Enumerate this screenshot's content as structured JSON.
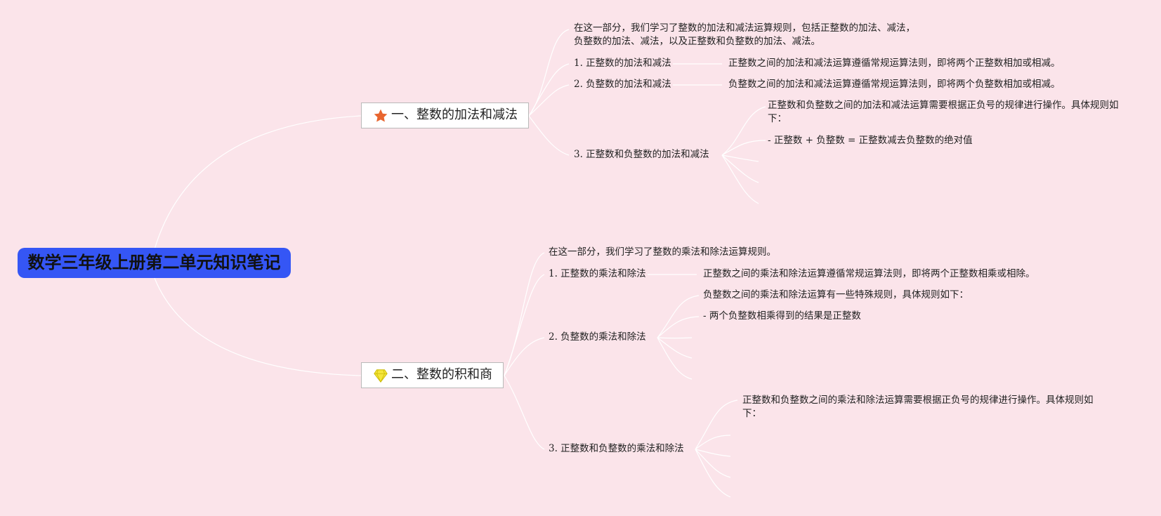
{
  "root": {
    "title": "数学三年级上册第二单元知识笔记"
  },
  "branch1": {
    "icon": "star-icon",
    "title": "一、整数的加法和减法",
    "intro": "在这一部分，我们学习了整数的加法和减法运算规则，包括正整数的加法、减法，负整数的加法、减法，以及正整数和负整数的加法、减法。",
    "items": [
      {
        "label": "1. 正整数的加法和减法",
        "detail": "正整数之间的加法和减法运算遵循常规运算法则，即将两个正整数相加或相减。"
      },
      {
        "label": "2. 负整数的加法和减法",
        "detail": "负整数之间的加法和减法运算遵循常规运算法则，即将两个负整数相加或相减。"
      },
      {
        "label": "3. 正整数和负整数的加法和减法",
        "detail": "正整数和负整数之间的加法和减法运算需要根据正负号的规律进行操作。具体规则如下：",
        "rule": "- 正整数 + 负整数 = 正整数减去负整数的绝对值"
      }
    ]
  },
  "branch2": {
    "icon": "diamond-icon",
    "title": "二、整数的积和商",
    "intro": "在这一部分，我们学习了整数的乘法和除法运算规则。",
    "items": [
      {
        "label": "1. 正整数的乘法和除法",
        "detail": "正整数之间的乘法和除法运算遵循常规运算法则，即将两个正整数相乘或相除。"
      },
      {
        "label": "2. 负整数的乘法和除法",
        "detail": "负整数之间的乘法和除法运算有一些特殊规则，具体规则如下：",
        "rule": "- 两个负整数相乘得到的结果是正整数"
      },
      {
        "label": "3. 正整数和负整数的乘法和除法",
        "detail": "正整数和负整数之间的乘法和除法运算需要根据正负号的规律进行操作。具体规则如下："
      }
    ]
  },
  "colors": {
    "background": "#fbe4ea",
    "root": "#3556f5",
    "connector": "#ffffff",
    "star": "#e8652f",
    "diamond": "#f5e63b"
  }
}
